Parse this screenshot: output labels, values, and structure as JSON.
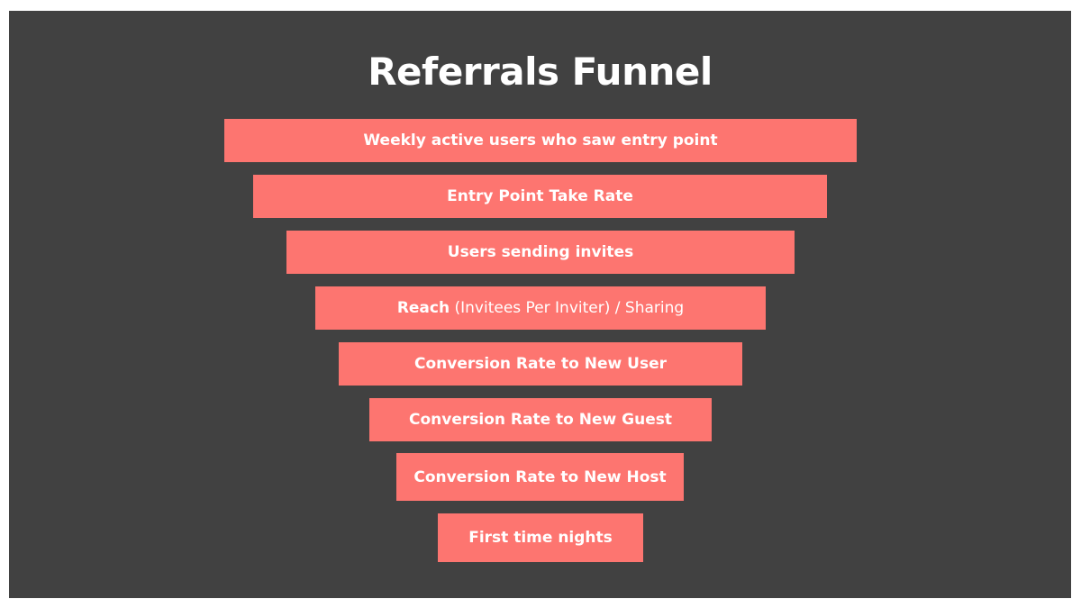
{
  "title": "Referrals Funnel",
  "colors": {
    "background": "#414141",
    "bar": "#fd7570",
    "text": "#ffffff"
  },
  "funnel": [
    {
      "label": "Weekly active users who saw entry point"
    },
    {
      "label": "Entry Point Take Rate"
    },
    {
      "label": "Users sending invites"
    },
    {
      "label_bold": "Reach",
      "label_light": " (Invitees Per Inviter) / Sharing"
    },
    {
      "label": "Conversion Rate to New User"
    },
    {
      "label": "Conversion Rate to New Guest"
    },
    {
      "label": "Conversion Rate to New Host"
    },
    {
      "label": "First time nights"
    }
  ]
}
